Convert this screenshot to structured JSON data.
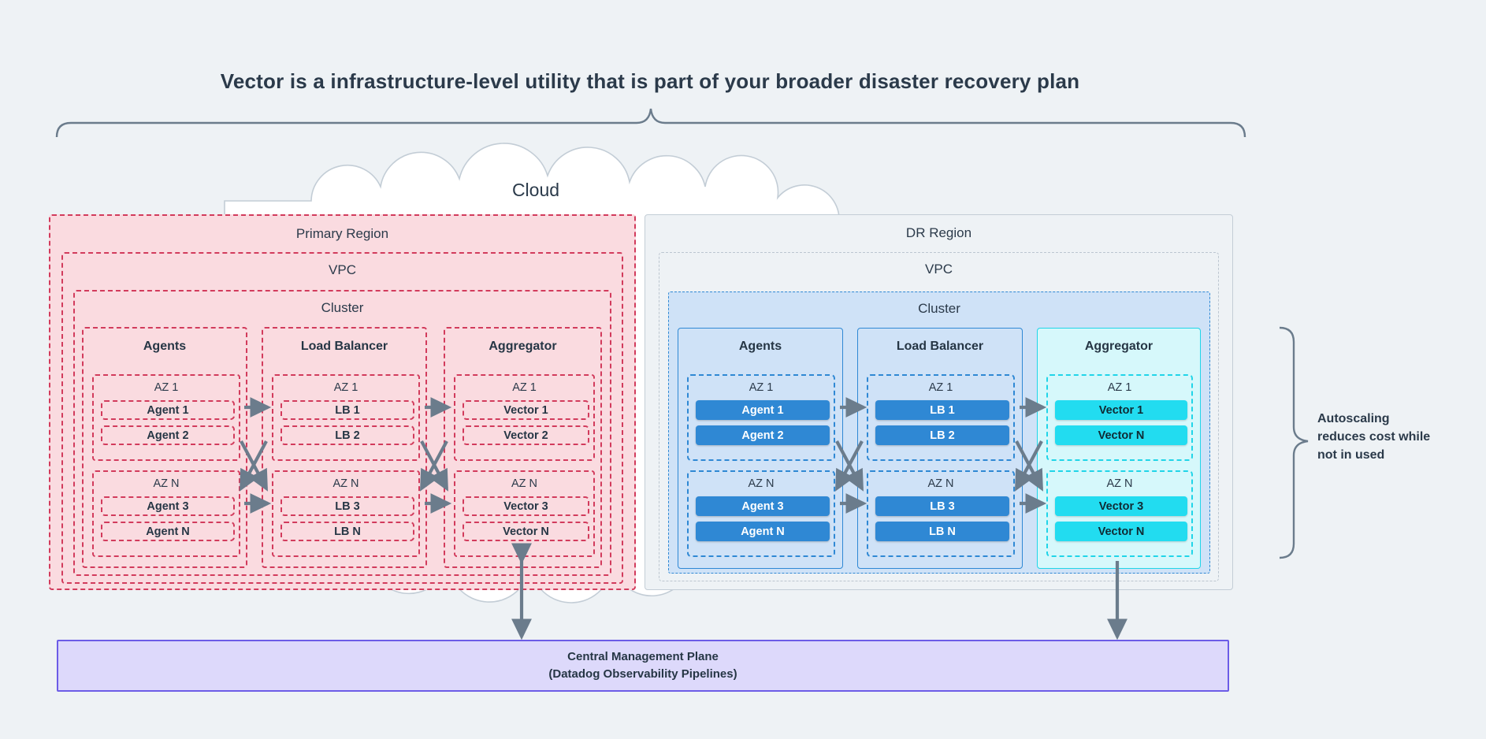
{
  "title": "Vector is a infrastructure-level utility that is part of your broader disaster recovery plan",
  "cloud": {
    "label": "Cloud"
  },
  "primary_region": {
    "label": "Primary Region",
    "vpc_label": "VPC",
    "cluster_label": "Cluster",
    "columns": [
      {
        "label": "Agents",
        "zones": [
          {
            "label": "AZ 1",
            "nodes": [
              "Agent 1",
              "Agent 2"
            ]
          },
          {
            "label": "AZ N",
            "nodes": [
              "Agent 3",
              "Agent N"
            ]
          }
        ]
      },
      {
        "label": "Load Balancer",
        "zones": [
          {
            "label": "AZ 1",
            "nodes": [
              "LB 1",
              "LB 2"
            ]
          },
          {
            "label": "AZ N",
            "nodes": [
              "LB 3",
              "LB N"
            ]
          }
        ]
      },
      {
        "label": "Aggregator",
        "zones": [
          {
            "label": "AZ 1",
            "nodes": [
              "Vector 1",
              "Vector 2"
            ]
          },
          {
            "label": "AZ N",
            "nodes": [
              "Vector 3",
              "Vector N"
            ]
          }
        ]
      }
    ]
  },
  "dr_region": {
    "label": "DR Region",
    "vpc_label": "VPC",
    "cluster_label": "Cluster",
    "columns": [
      {
        "label": "Agents",
        "zones": [
          {
            "label": "AZ 1",
            "nodes": [
              "Agent 1",
              "Agent 2"
            ]
          },
          {
            "label": "AZ N",
            "nodes": [
              "Agent 3",
              "Agent N"
            ]
          }
        ]
      },
      {
        "label": "Load Balancer",
        "zones": [
          {
            "label": "AZ 1",
            "nodes": [
              "LB 1",
              "LB 2"
            ]
          },
          {
            "label": "AZ N",
            "nodes": [
              "LB 3",
              "LB N"
            ]
          }
        ]
      },
      {
        "label": "Aggregator",
        "zones": [
          {
            "label": "AZ 1",
            "nodes": [
              "Vector 1",
              "Vector N"
            ]
          },
          {
            "label": "AZ N",
            "nodes": [
              "Vector 3",
              "Vector N"
            ]
          }
        ]
      }
    ]
  },
  "management_plane": {
    "line1": "Central Management Plane",
    "line2": "(Datadog Observability Pipelines)"
  },
  "annotation": {
    "line1": "Autoscaling",
    "line2": "reduces cost while",
    "line3": "not in used"
  },
  "colors": {
    "background": "#eef2f5",
    "primary_fill": "#fadbe0",
    "primary_stroke": "#d23b5c",
    "dr_cluster_fill": "#cfe2f7",
    "dr_stroke": "#2f88d4",
    "aggregator_fill": "#d6f8fb",
    "aggregator_stroke": "#20d5e8",
    "mgmt_fill": "#ddd9fb",
    "mgmt_stroke": "#6c5ce7",
    "arrow": "#6b7c8c",
    "text": "#2b3a4a"
  }
}
